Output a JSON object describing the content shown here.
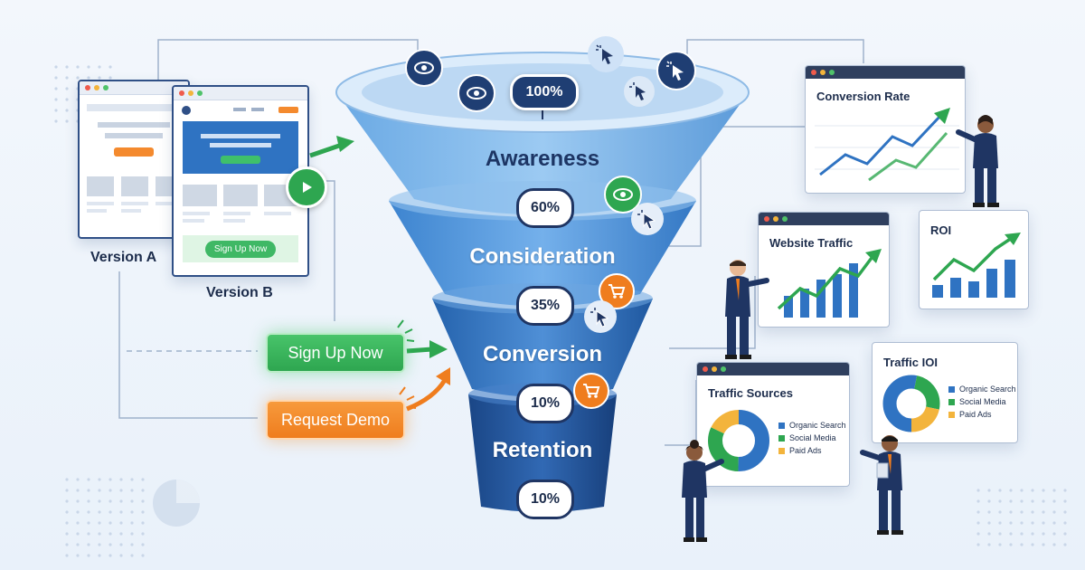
{
  "variants": {
    "a_label": "Version A",
    "b_label": "Version B",
    "b_button": "Sign Up Now"
  },
  "ctas": {
    "signup": "Sign Up Now",
    "demo": "Request Demo"
  },
  "funnel": {
    "top_percent": "100%",
    "stages": [
      {
        "label": "Awareness",
        "percent": "60%"
      },
      {
        "label": "Consideration",
        "percent": "35%"
      },
      {
        "label": "Conversion",
        "percent": "10%"
      },
      {
        "label": "Retention",
        "percent": "10%"
      }
    ]
  },
  "cards": {
    "conversion_rate": {
      "title": "Conversion Rate"
    },
    "website_traffic": {
      "title": "Website Traffic"
    },
    "roi": {
      "title": "ROI"
    },
    "traffic_sources": {
      "title": "Traffic Sources",
      "legend": [
        "Organic Search",
        "Social Media",
        "Paid Ads"
      ]
    },
    "traffic_ioi": {
      "title": "Traffic IOI",
      "legend": [
        "Organic Search",
        "Social Media",
        "Paid Ads"
      ]
    }
  },
  "colors": {
    "navy": "#1f3563",
    "green": "#2ea650",
    "orange": "#ef7d1e",
    "blue": "#2f73c2",
    "yellow": "#f3b43c"
  },
  "icons": [
    "eye-icon",
    "cursor-click-icon",
    "cart-icon",
    "play-icon",
    "pie-chart-icon"
  ]
}
